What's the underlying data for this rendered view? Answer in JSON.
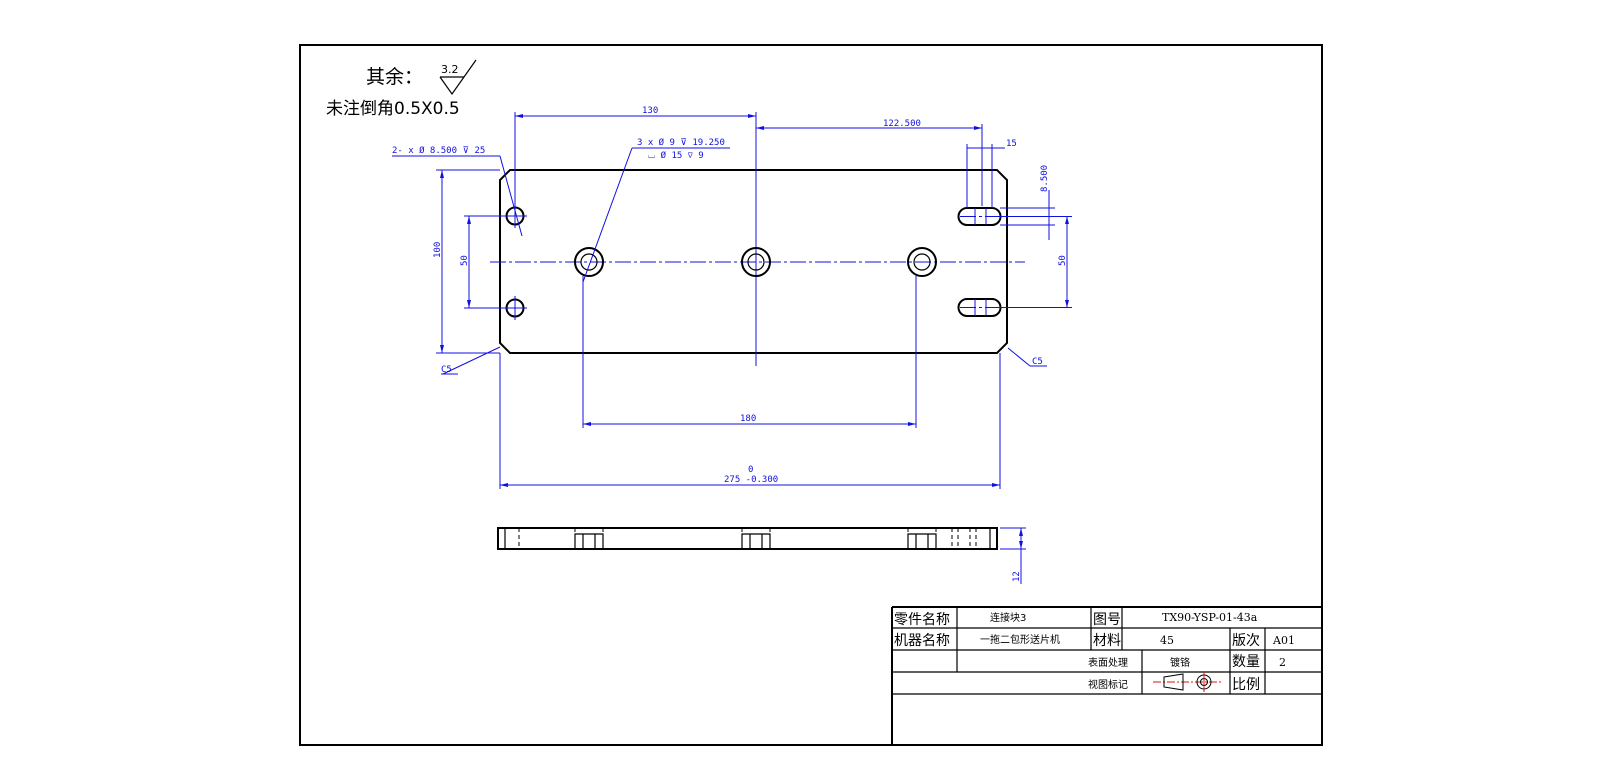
{
  "notes": {
    "roughness_prefix": "其余：",
    "roughness_value": "3.2",
    "chamfer_note": "未注倒角0.5X0.5"
  },
  "dimensions": {
    "d130": "130",
    "d122": "122.500",
    "d15": "15",
    "d8_5": "8.500",
    "hole_callout_a": "2- x Ø 8.500 ⊽ 25",
    "hole_callout_b1": "3 x Ø 9 ⊽ 19.250",
    "hole_callout_b2": "⌴ Ø 15 ⊽ 9",
    "d100": "100",
    "d50_left": "50",
    "d50_right": "50",
    "c5_left": "C5",
    "c5_right": "C5",
    "d180": "180",
    "tol_upper": "0",
    "d275": "275 -0.300",
    "d12": "12"
  },
  "title_block": {
    "part_name_label": "零件名称",
    "part_name": "连接块3",
    "drawing_no_label": "图号",
    "drawing_no": "TX90-YSP-01-43a",
    "machine_name_label": "机器名称",
    "machine_name": "一拖二包形送片机",
    "material_label": "材料",
    "material": "45",
    "revision_label": "版次",
    "revision": "A01",
    "surface_label": "表面处理",
    "surface": "镀铬",
    "quantity_label": "数量",
    "quantity": "2",
    "view_label": "视图标记",
    "scale_label": "比例"
  }
}
